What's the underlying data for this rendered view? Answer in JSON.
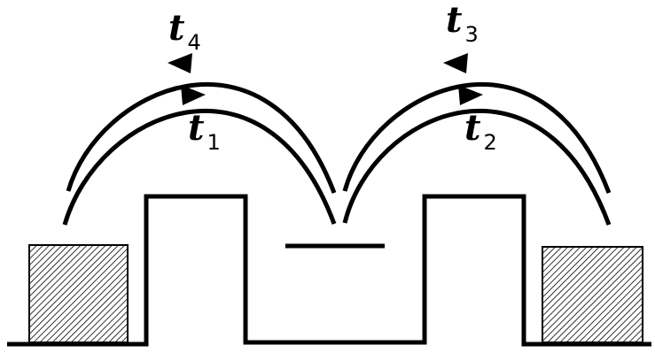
{
  "labels": {
    "t4": {
      "main": "t",
      "sub": "4"
    },
    "t1": {
      "main": "t",
      "sub": "1"
    },
    "t3": {
      "main": "t",
      "sub": "3"
    },
    "t2": {
      "main": "t",
      "sub": "2"
    }
  },
  "colors": {
    "stroke": "#000000",
    "background": "#ffffff",
    "hatch": "#000000"
  }
}
